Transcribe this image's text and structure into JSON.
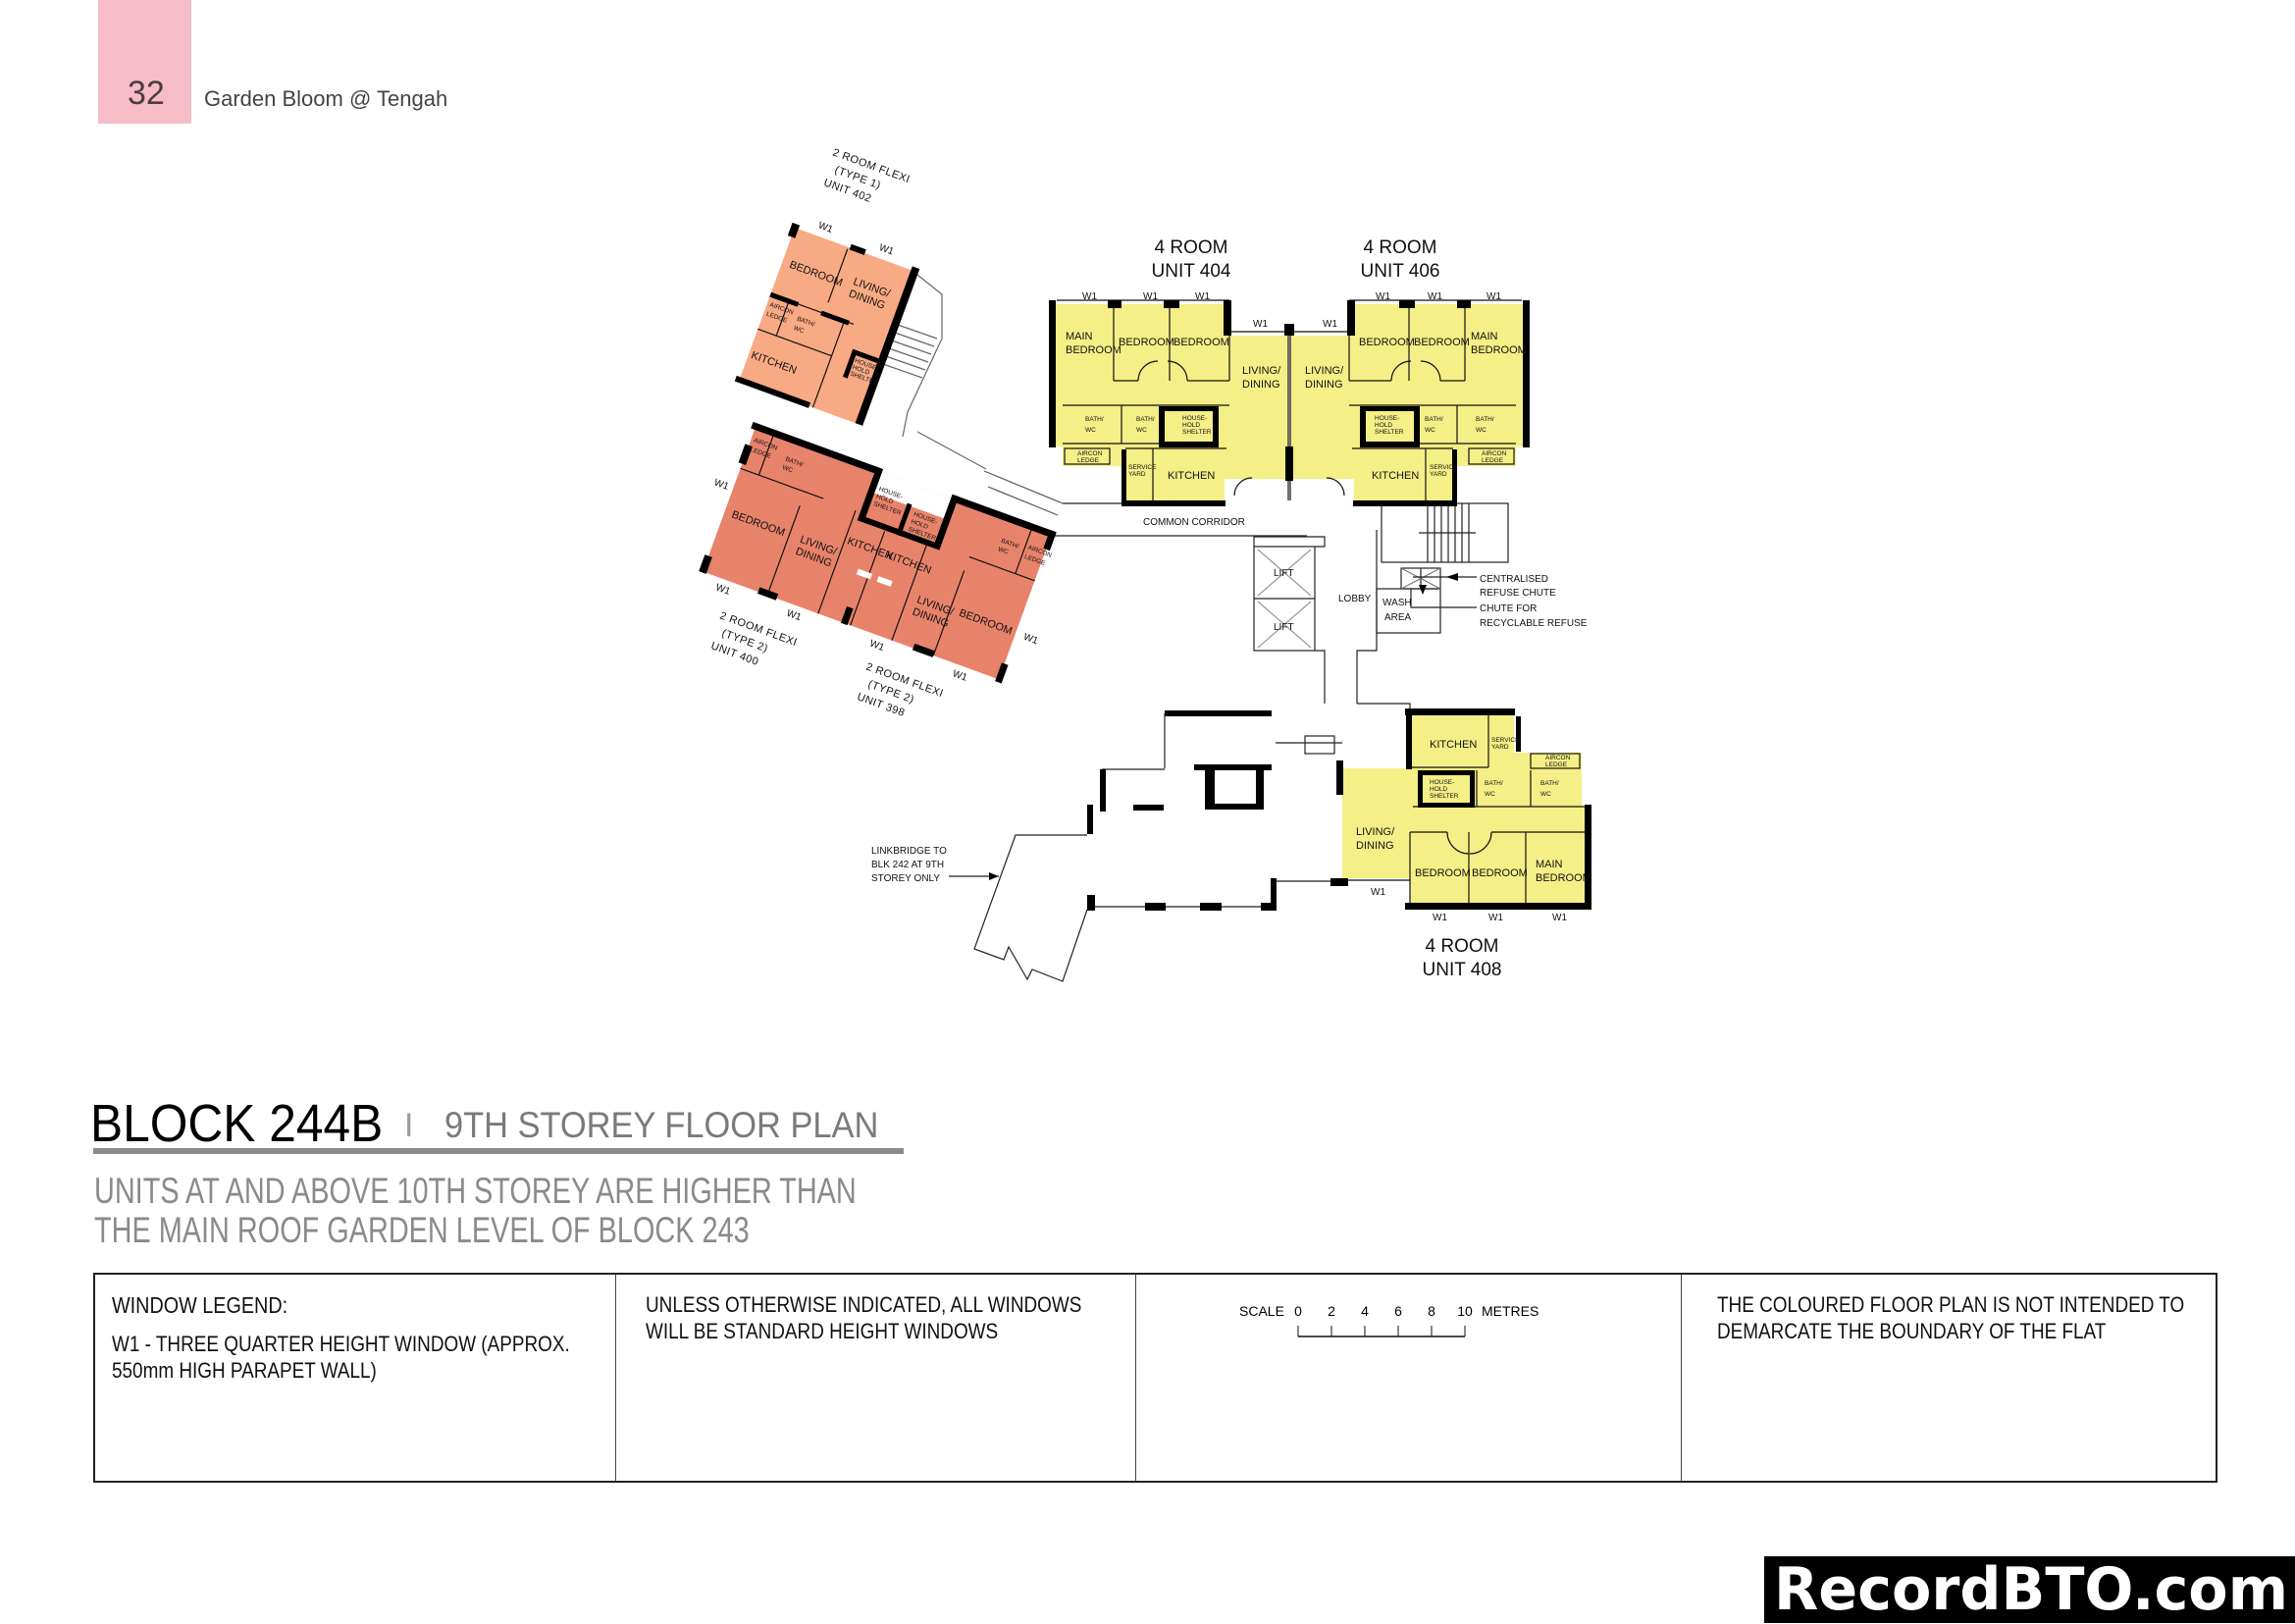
{
  "header": {
    "page_number": "32",
    "project": "Garden Bloom @ Tengah",
    "page_tab_color": "#f6bcc8"
  },
  "title": {
    "block": "BLOCK 244B",
    "separator": "I",
    "subtitle": "9TH STOREY FLOOR PLAN"
  },
  "note": {
    "line1": "UNITS AT AND ABOVE 10TH STOREY ARE HIGHER THAN",
    "line2": "THE MAIN ROOF GARDEN LEVEL OF BLOCK 243"
  },
  "legend": {
    "title": "WINDOW LEGEND:",
    "w1_line1": "W1  -  THREE QUARTER HEIGHT WINDOW (APPROX.",
    "w1_line2": "550mm HIGH PARAPET WALL)"
  },
  "windows_note": {
    "line1": "UNLESS OTHERWISE INDICATED,  ALL WINDOWS",
    "line2": "WILL BE STANDARD HEIGHT WINDOWS"
  },
  "scale": {
    "label": "SCALE",
    "ticks": [
      "0",
      "2",
      "4",
      "6",
      "8",
      "10"
    ],
    "unit": "METRES"
  },
  "disclaimer": {
    "line1": "THE COLOURED FLOOR PLAN IS NOT INTENDED TO",
    "line2": "DEMARCATE THE BOUNDARY OF THE FLAT"
  },
  "watermark": "RecordBTO.com",
  "plan": {
    "colors": {
      "four_room": "#f4ef86",
      "two_room_type1": "#f8aa84",
      "two_room_type2": "#e8836b"
    },
    "units": {
      "u402": {
        "type": "2 ROOM FLEXI",
        "subtype": "(TYPE 1)",
        "unit": "UNIT 402"
      },
      "u400": {
        "type": "2 ROOM FLEXI",
        "subtype": "(TYPE 2)",
        "unit": "UNIT 400"
      },
      "u398": {
        "type": "2 ROOM FLEXI",
        "subtype": "(TYPE 2)",
        "unit": "UNIT 398"
      },
      "u404": {
        "type": "4 ROOM",
        "unit": "UNIT 404"
      },
      "u406": {
        "type": "4 ROOM",
        "unit": "UNIT 406"
      },
      "u408": {
        "type": "4 ROOM",
        "unit": "UNIT 408"
      }
    },
    "rooms": {
      "main": "MAIN",
      "bedroom": "BEDROOM",
      "living": "LIVING/",
      "dining": "DINING",
      "bath": "BATH/",
      "wc": "WC",
      "kitchen": "KITCHEN",
      "house": "HOUSE-",
      "hold": "HOLD",
      "shelter": "SHELTER",
      "aircon": "AIRCON",
      "ledge": "LEDGE",
      "service": "SERVICE",
      "yard": "YARD",
      "w1": "W1"
    },
    "common": {
      "corridor": "COMMON CORRIDOR",
      "lift": "LIFT",
      "lobby": "LOBBY",
      "wash": "WASH",
      "area": "AREA",
      "chute1a": "CENTRALISED",
      "chute1b": "REFUSE CHUTE",
      "chute2a": "CHUTE FOR",
      "chute2b": "RECYCLABLE REFUSE",
      "link1": "LINKBRIDGE TO",
      "link2": "BLK 242 AT 9TH",
      "link3": "STOREY ONLY"
    }
  }
}
